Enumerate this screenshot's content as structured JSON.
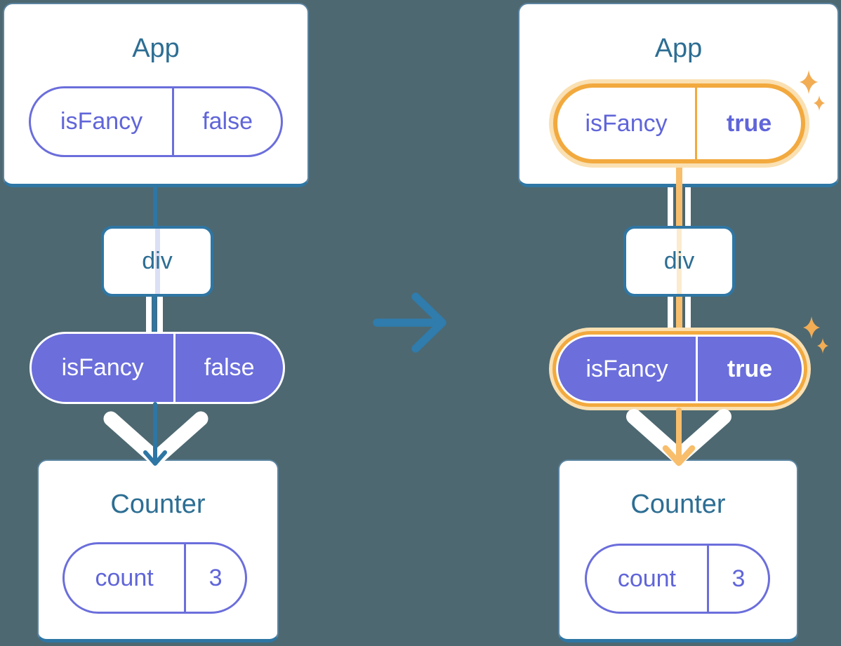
{
  "colors": {
    "background": "#4D6871",
    "card_bg": "#FFFFFF",
    "card_edge": "#5A83A0",
    "line_blue": "#2E76A4",
    "arrow_blue": "#2F7CAD",
    "title_blue": "#2D6E93",
    "purple": "#6B6EDB",
    "purple_text": "#6065D9",
    "lavender_line": "#DCE0F5",
    "orange": "#F2A93E",
    "orange_glow": "#FAE0B2",
    "orange_line": "#F8BE6B",
    "pale_orange_line": "#FCEBCE",
    "sparkle": "#F2AC54",
    "white_line": "#FFFFFF"
  },
  "left_tree": {
    "app_card": {
      "title": "App",
      "state_pill": {
        "name": "isFancy",
        "value": "false"
      }
    },
    "div_node": {
      "label": "div"
    },
    "props_pill": {
      "name": "isFancy",
      "value": "false"
    },
    "counter_card": {
      "title": "Counter",
      "state_pill": {
        "name": "count",
        "value": "3"
      }
    }
  },
  "right_tree": {
    "app_card": {
      "title": "App",
      "state_pill": {
        "name": "isFancy",
        "value": "true"
      }
    },
    "div_node": {
      "label": "div"
    },
    "props_pill": {
      "name": "isFancy",
      "value": "true"
    },
    "counter_card": {
      "title": "Counter",
      "state_pill": {
        "name": "count",
        "value": "3"
      }
    }
  }
}
